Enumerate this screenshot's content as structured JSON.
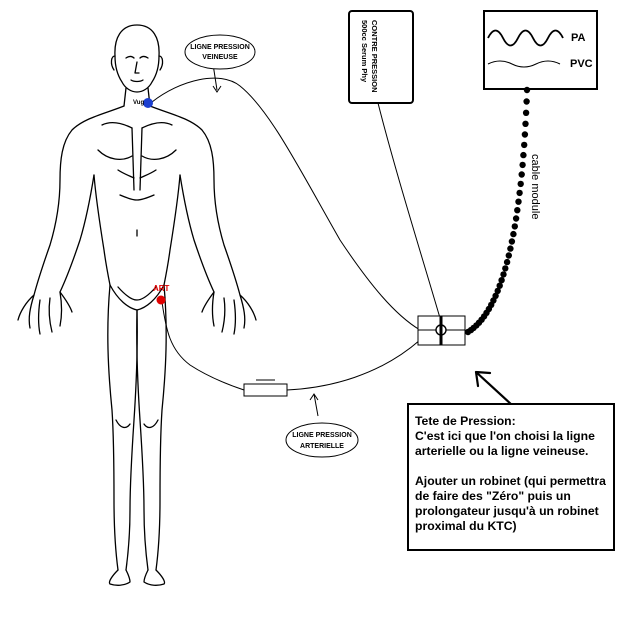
{
  "labels": {
    "veine_bubble_line1": "LIGNE PRESSION",
    "veine_bubble_line2": "VEINEUSE",
    "artere_bubble_line1": "LIGNE PRESSION",
    "artere_bubble_line2": "ARTERIELLE",
    "vug_site": "Vug",
    "art_site": "ART",
    "contre_pression_line1": "CONTRE PRESSION",
    "contre_pression_line2": "500cc Serum Phy",
    "cable_label": "cable module",
    "monitor_pa": "PA",
    "monitor_pvc": "PVC"
  },
  "note": {
    "line1": "Tete de Pression:",
    "line2": "C'est ici que l'on choisi la ligne arterielle ou la ligne veineuse.",
    "line3": "Ajouter un robinet (qui permettra de faire des \"Zéro\" puis un prolongateur jusqu'à un robinet proximal du KTC)"
  },
  "colors": {
    "venous_marker": "#1c3fd0",
    "arterial_marker": "#e00000",
    "ink": "#000000"
  }
}
